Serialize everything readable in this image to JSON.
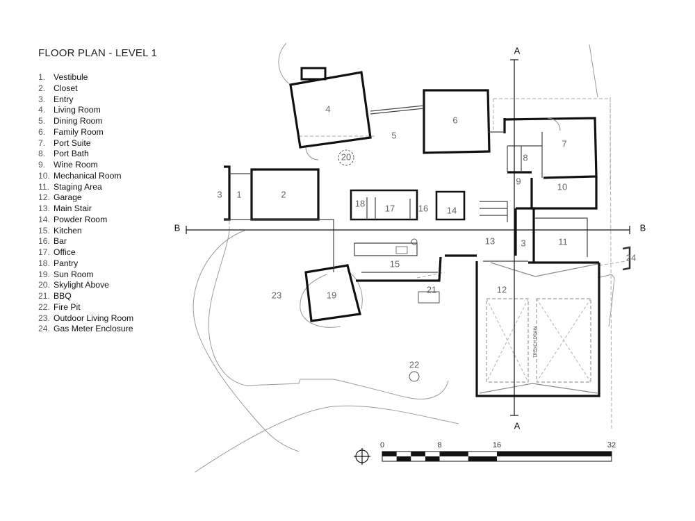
{
  "title": "FLOOR PLAN - LEVEL 1",
  "legend": [
    {
      "num": "1.",
      "name": "Vestibule"
    },
    {
      "num": "2.",
      "name": "Closet"
    },
    {
      "num": "3.",
      "name": "Entry"
    },
    {
      "num": "4.",
      "name": "Living Room"
    },
    {
      "num": "5.",
      "name": "Dining Room"
    },
    {
      "num": "6.",
      "name": "Family Room"
    },
    {
      "num": "7.",
      "name": "Port Suite"
    },
    {
      "num": "8.",
      "name": "Port Bath"
    },
    {
      "num": "9.",
      "name": "Wine Room"
    },
    {
      "num": "10.",
      "name": "Mechanical Room"
    },
    {
      "num": "11.",
      "name": "Staging Area"
    },
    {
      "num": "12.",
      "name": "Garage"
    },
    {
      "num": "13.",
      "name": "Main Stair"
    },
    {
      "num": "14.",
      "name": "Powder Room"
    },
    {
      "num": "15.",
      "name": "Kitchen"
    },
    {
      "num": "16.",
      "name": "Bar"
    },
    {
      "num": "17.",
      "name": "Office"
    },
    {
      "num": "18.",
      "name": "Pantry"
    },
    {
      "num": "19.",
      "name": "Sun Room"
    },
    {
      "num": "20.",
      "name": "Skylight Above"
    },
    {
      "num": "21.",
      "name": "BBQ"
    },
    {
      "num": "22.",
      "name": "Fire Pit"
    },
    {
      "num": "23.",
      "name": "Outdoor Living Room"
    },
    {
      "num": "24.",
      "name": "Gas Meter Enclosure"
    }
  ],
  "plan_labels": {
    "r1": "1",
    "r2": "2",
    "r3a": "3",
    "r3b": "3",
    "r4": "4",
    "r5": "5",
    "r6": "6",
    "r7": "7",
    "r8": "8",
    "r9": "9",
    "r10": "10",
    "r11": "11",
    "r12": "12",
    "r13": "13",
    "r14": "14",
    "r15": "15",
    "r16": "16",
    "r17": "17",
    "r18": "18",
    "r19": "19",
    "r20": "20",
    "r21": "21",
    "r22": "22",
    "r23": "23",
    "r24": "24"
  },
  "section_markers": {
    "a_top": "A",
    "a_bottom": "A",
    "b_left": "B",
    "b_right": "B"
  },
  "garage_note": "TRENCH DRAIN",
  "scale": {
    "labels": [
      "0",
      "8",
      "16",
      "32"
    ],
    "values": [
      0,
      8,
      16,
      32
    ]
  }
}
